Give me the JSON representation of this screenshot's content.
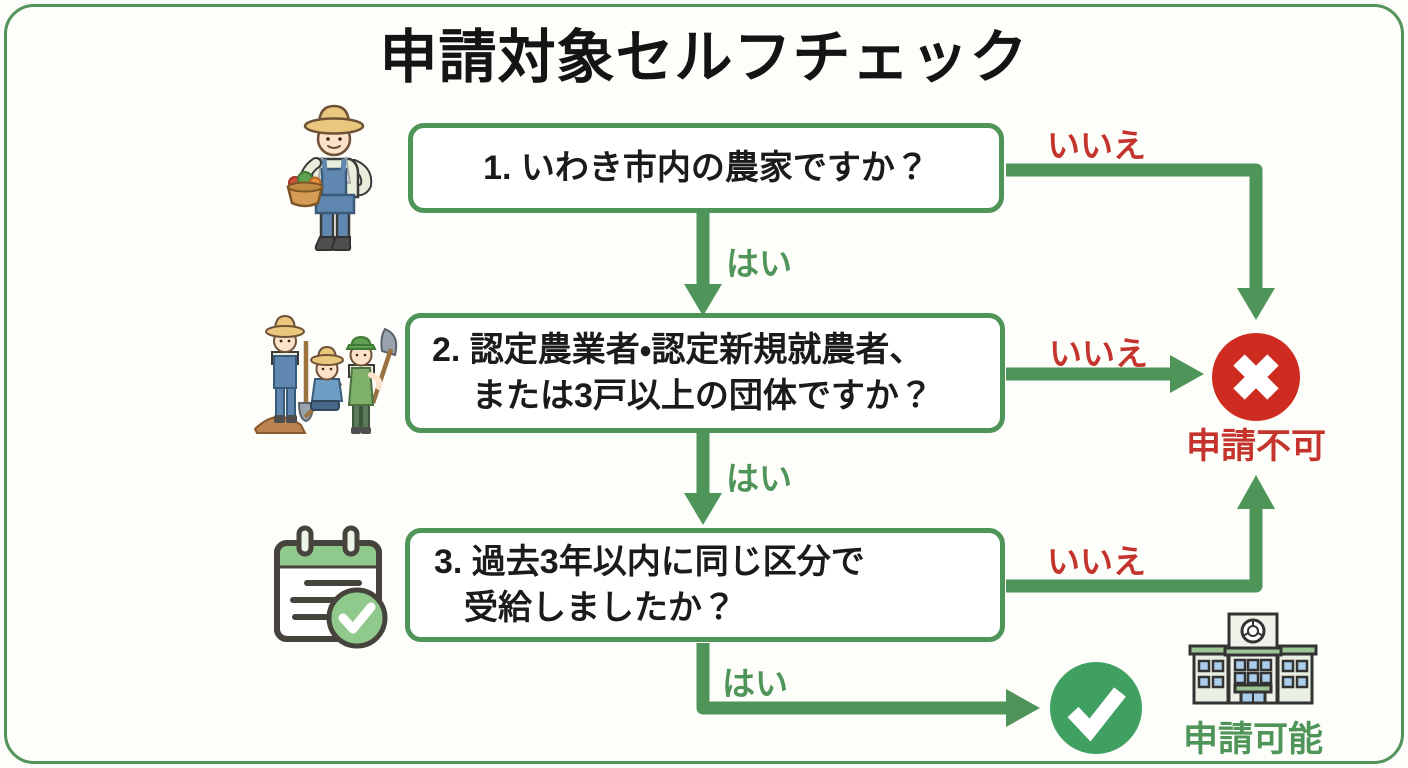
{
  "title": "申請対象セルフチェック",
  "questions": [
    {
      "id": 1,
      "lines": [
        "1. いわき市内の農家ですか？"
      ]
    },
    {
      "id": 2,
      "lines": [
        "2. 認定農業者・認定新規就農者、",
        "または3戸以上の団体ですか？"
      ]
    },
    {
      "id": 3,
      "lines": [
        "3. 過去3年以内に同じ区分で",
        "受給しましたか？"
      ]
    }
  ],
  "edge_labels": {
    "yes": "はい",
    "no": "いいえ"
  },
  "outcomes": {
    "rejected": {
      "label": "申請不可",
      "icon": "cross-circle-icon"
    },
    "approved": {
      "label": "申請可能",
      "icon": "check-circle-icon"
    }
  },
  "icons": {
    "question1": "farmer-icon",
    "question2": "farmers-group-icon",
    "question3": "calendar-check-icon",
    "rejected": "cross-circle-icon",
    "approved_mark": "check-circle-icon",
    "approved_building": "city-hall-icon"
  },
  "colors": {
    "accent_green": "#4f9559",
    "no_label_red": "#c5342c",
    "cross_red": "#ce2b21",
    "check_green": "#3fa061",
    "title_black": "#141414"
  }
}
